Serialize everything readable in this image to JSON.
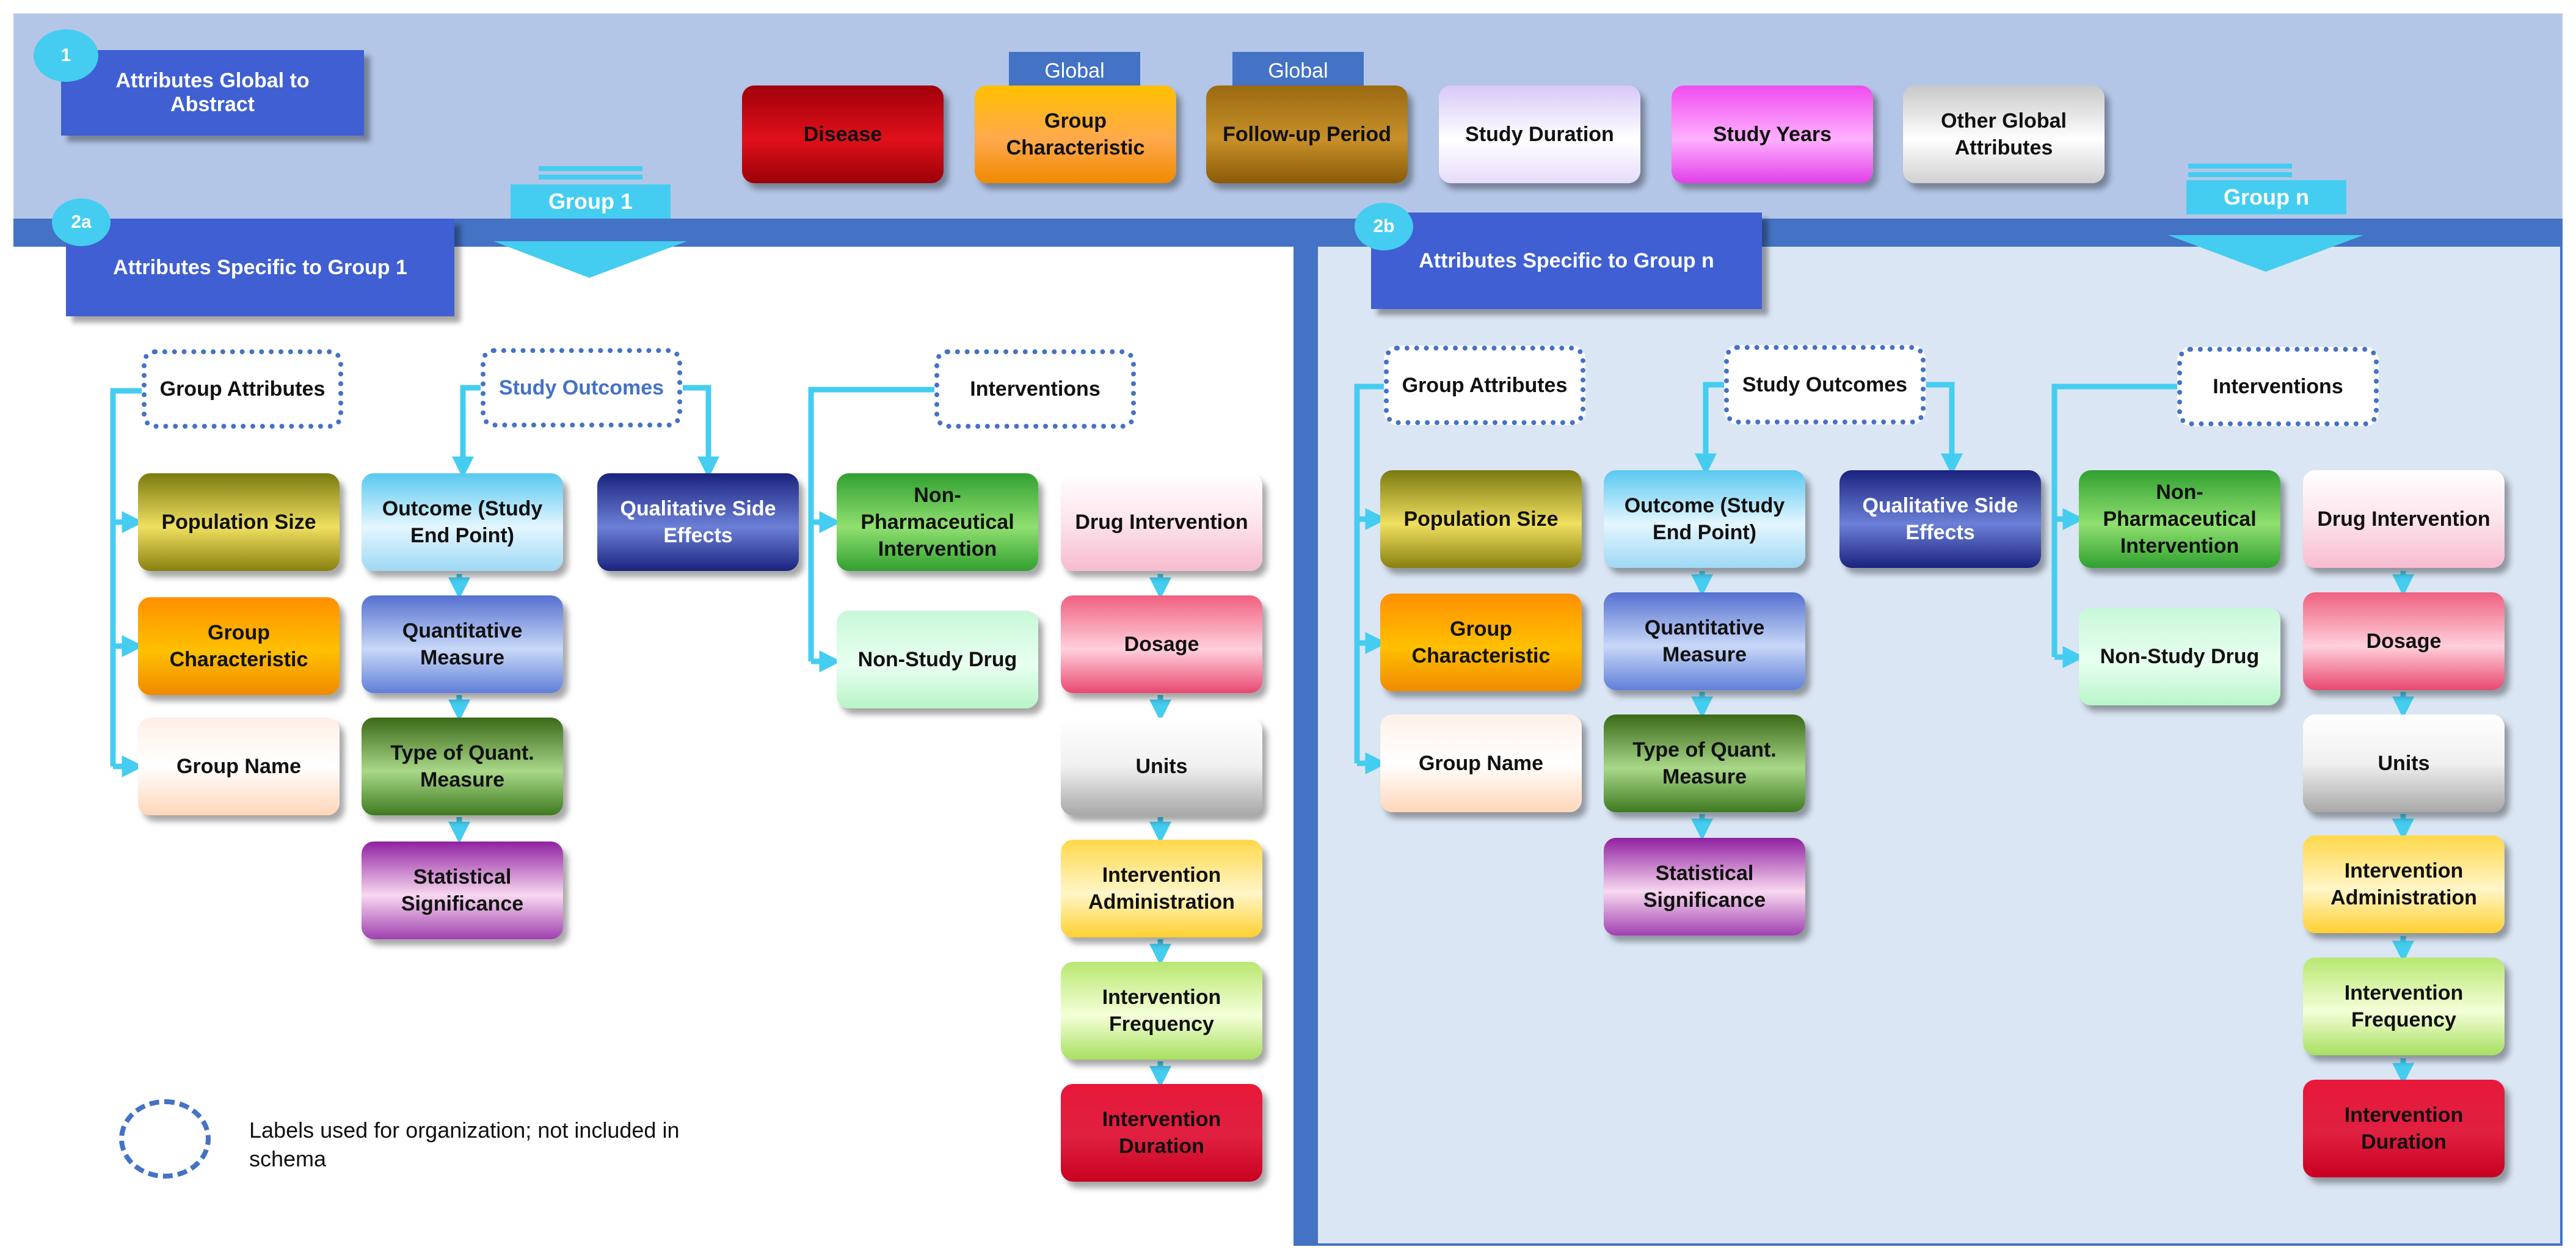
{
  "header": {
    "badge_1": "1",
    "title_1": "Attributes Global to Abstract",
    "global_tab_1": "Global",
    "global_tab_2": "Global",
    "global_attrs": [
      "Disease",
      "Group Characteristic",
      "Follow-up Period",
      "Study Duration",
      "Study Years",
      "Other Global Attributes"
    ]
  },
  "group1": {
    "badge": "2a",
    "title": "Attributes Specific to Group 1",
    "arrow_label": "Group 1",
    "label_group_attributes": "Group Attributes",
    "label_study_outcomes": "Study Outcomes",
    "label_interventions": "Interventions",
    "group_attrs": [
      "Population Size",
      "Group Characteristic",
      "Group Name"
    ],
    "outcomes": [
      "Outcome (Study End Point)",
      "Quantitative Measure",
      "Type of Quant. Measure",
      "Statistical Significance"
    ],
    "side_effects": "Qualitative Side Effects",
    "non_pharm": [
      "Non-Pharmaceutical Intervention",
      "Non-Study Drug"
    ],
    "drug": [
      "Drug Intervention",
      "Dosage",
      "Units",
      "Intervention Administration",
      "Intervention Frequency",
      "Intervention Duration"
    ]
  },
  "groupn": {
    "badge": "2b",
    "title": "Attributes Specific to Group n",
    "arrow_label": "Group n",
    "label_group_attributes": "Group Attributes",
    "label_study_outcomes": "Study Outcomes",
    "label_interventions": "Interventions",
    "group_attrs": [
      "Population Size",
      "Group Characteristic",
      "Group Name"
    ],
    "outcomes": [
      "Outcome (Study End Point)",
      "Quantitative Measure",
      "Type of Quant. Measure",
      "Statistical Significance"
    ],
    "side_effects": "Qualitative Side Effects",
    "non_pharm": [
      "Non-Pharmaceutical Intervention",
      "Non-Study Drug"
    ],
    "drug": [
      "Drug Intervention",
      "Dosage",
      "Units",
      "Intervention Administration",
      "Intervention Frequency",
      "Intervention Duration"
    ]
  },
  "legend": {
    "text": "Labels used for organization; not included in schema"
  },
  "colors": {
    "banner": "#b4c6e7",
    "bar": "#4472c4",
    "connector": "#44cdf0",
    "panel_n": "#dbe6f4"
  }
}
